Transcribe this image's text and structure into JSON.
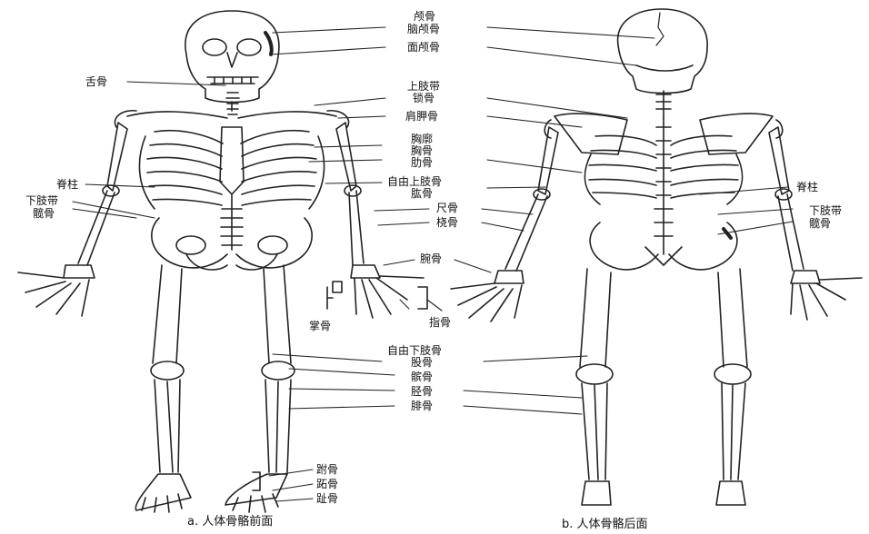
{
  "labels": {
    "skull": "颅骨",
    "cranium": "脑颅骨",
    "face": "面颅骨",
    "hyoid": "舌骨",
    "shoulder_girdle": "上肢带",
    "clavicle": "锁骨",
    "scapula": "肩胛骨",
    "thorax": "胸廓",
    "sternum": "胸骨",
    "rib": "肋骨",
    "spine_left": "脊柱",
    "spine_right": "脊柱",
    "free_upper": "自由上肢骨",
    "humerus": "肱骨",
    "pelvic_girdle_left": "下肢带",
    "hip_left": "髋骨",
    "pelvic_girdle_right": "下肢带",
    "hip_right": "髋骨",
    "ulna": "尺骨",
    "radius": "桡骨",
    "carpal": "腕骨",
    "metacarpal": "掌骨",
    "phalanx_hand": "指骨",
    "free_lower": "自由下肢骨",
    "femur": "股骨",
    "patella": "髌骨",
    "tibia": "胫骨",
    "fibula": "腓骨",
    "tarsal": "跗骨",
    "metatarsal": "跖骨",
    "phalanx_foot": "趾骨"
  },
  "captions": {
    "front": "a. 人体骨骼前面",
    "back": "b. 人体骨骼后面"
  }
}
